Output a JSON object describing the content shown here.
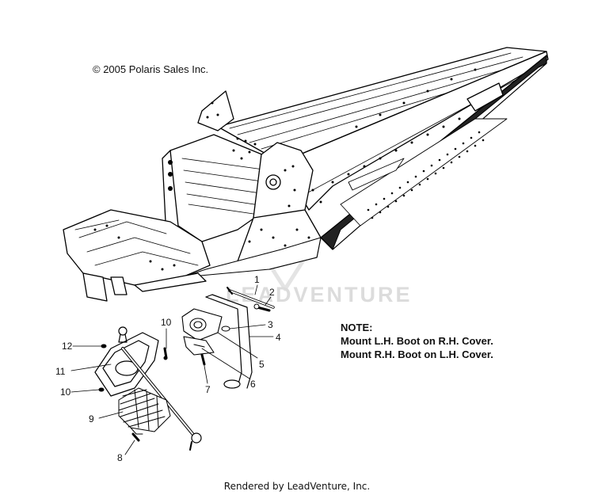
{
  "copyright": "© 2005 Polaris Sales Inc.",
  "watermark": "LEADVENTURE",
  "note": {
    "heading": "NOTE:",
    "line1": "Mount L.H. Boot on R.H. Cover.",
    "line2": "Mount R.H. Boot on L.H. Cover."
  },
  "footer": "Rendered by LeadVenture, Inc.",
  "callouts": {
    "c1": "1",
    "c2": "2",
    "c3": "3",
    "c4": "4",
    "c5": "5",
    "c6": "6",
    "c7": "7",
    "c8": "8",
    "c9": "9",
    "c10a": "10",
    "c10b": "10",
    "c11": "11",
    "c12": "12"
  }
}
